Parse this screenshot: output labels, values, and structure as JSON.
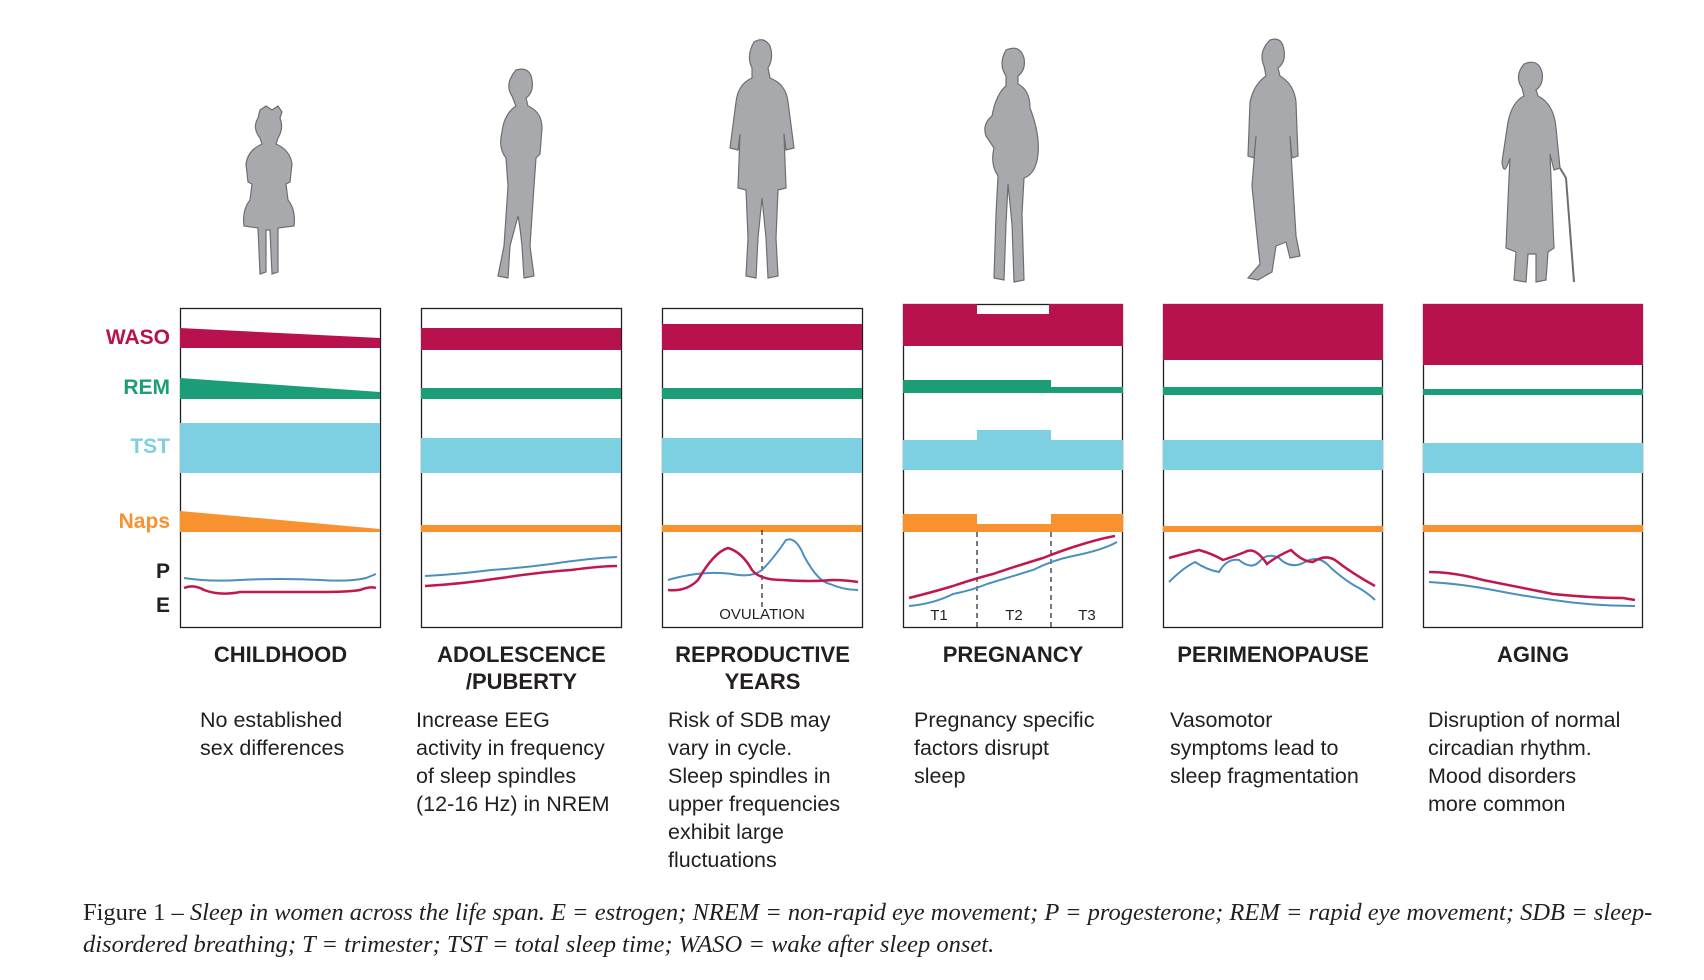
{
  "row_labels": {
    "waso": "WASO",
    "rem": "REM",
    "tst": "TST",
    "naps": "Naps",
    "p": "P",
    "e": "E"
  },
  "colors": {
    "waso": "#b8124e",
    "rem": "#1b9e77",
    "tst": "#7dd0e2",
    "naps": "#f7922f",
    "progesterone": "#c0174f",
    "estrogen": "#4a8fc0",
    "silhouette": "#a7a9ac"
  },
  "stages": [
    {
      "name": "CHILDHOOD",
      "description": "No established\nsex differences",
      "markers": []
    },
    {
      "name": "ADOLESCENCE\n/PUBERTY",
      "description": "Increase EEG\nactivity in frequency\nof sleep spindles\n(12-16 Hz) in NREM",
      "markers": []
    },
    {
      "name": "REPRODUCTIVE\nYEARS",
      "description": "Risk of SDB may\nvary in cycle.\nSleep spindles in\nupper frequencies\nexhibit large\nfluctuations",
      "markers": [
        "OVULATION"
      ]
    },
    {
      "name": "PREGNANCY",
      "description": "Pregnancy specific\nfactors disrupt\nsleep",
      "markers": [
        "T1",
        "T2",
        "T3"
      ]
    },
    {
      "name": "PERIMENOPAUSE",
      "description": "Vasomotor\nsymptoms lead to\nsleep fragmentation",
      "markers": []
    },
    {
      "name": "AGING",
      "description": "Disruption of normal\ncircadian rhythm.\nMood disorders\nmore common",
      "markers": []
    }
  ],
  "silhouettes": [
    {
      "name": "child-silhouette-icon"
    },
    {
      "name": "adolescent-silhouette-icon"
    },
    {
      "name": "adult-woman-silhouette-icon"
    },
    {
      "name": "pregnant-woman-silhouette-icon"
    },
    {
      "name": "middle-aged-woman-silhouette-icon"
    },
    {
      "name": "elderly-woman-with-cane-silhouette-icon"
    }
  ],
  "caption": {
    "lead": "Figure 1 – ",
    "text": "Sleep in women across the life span. E = estrogen; NREM = non-rapid eye movement; P = progesterone; REM = rapid eye movement; SDB = sleep-disordered breathing; T = trimester; TST = total sleep time; WASO = wake after sleep onset."
  }
}
